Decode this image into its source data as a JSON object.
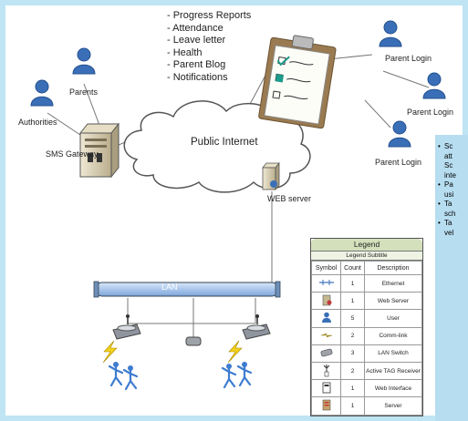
{
  "features": [
    "- Progress Reports",
    "- Attendance",
    "- Leave letter",
    "- Health",
    "- Parent Blog",
    "- Notifications"
  ],
  "labels": {
    "parents": "Parents",
    "authorities": "Authorities",
    "sms_gateway": "SMS Gateway",
    "public_internet": "Public Internet",
    "web_server": "WEB server",
    "lan": "LAN",
    "parent_login_1": "Parent Login",
    "parent_login_2": "Parent Login",
    "parent_login_3": "Parent Login"
  },
  "notes": [
    "Sc",
    "att",
    "Sc",
    "inte",
    "Pa",
    "usi",
    "Ta",
    "sch",
    "Ta",
    "vel"
  ],
  "legend": {
    "title": "Legend",
    "subtitle": "Legend Subtitle",
    "headers": [
      "Symbol",
      "Count",
      "Description"
    ],
    "rows": [
      {
        "icon": "ethernet-icon",
        "count": "1",
        "description": "Ethernet"
      },
      {
        "icon": "web-server-icon",
        "count": "1",
        "description": "Web Server"
      },
      {
        "icon": "user-icon",
        "count": "5",
        "description": "User"
      },
      {
        "icon": "comm-link-icon",
        "count": "2",
        "description": "Comm-link"
      },
      {
        "icon": "lan-switch-icon",
        "count": "3",
        "description": "LAN Switch"
      },
      {
        "icon": "tag-receiver-icon",
        "count": "2",
        "description": "Active TAG Receiver"
      },
      {
        "icon": "web-interface-icon",
        "count": "1",
        "description": "Web Interface"
      },
      {
        "icon": "server-icon",
        "count": "1",
        "description": "Server"
      }
    ]
  },
  "colors": {
    "background": "#bfe4f4",
    "user_blue": "#3a6fb8",
    "lan_bar": "#b9d2ef",
    "legend_header": "#d4e0bc"
  }
}
